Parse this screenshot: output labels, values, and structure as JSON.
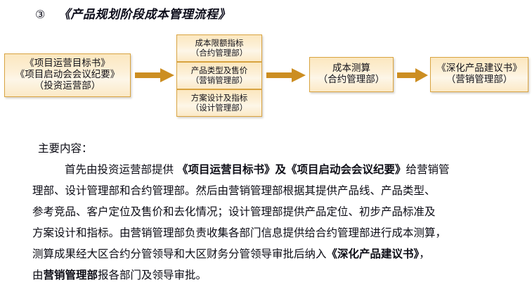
{
  "title": {
    "marker": "③",
    "text": "《产品规划阶段成本管理流程》"
  },
  "colors": {
    "box_border": "#d9a441",
    "box_fill_top": "#fbe7bf",
    "box_fill_bottom": "#fbe9c6",
    "arrow": "#cc8e22",
    "text": "#0b0b14"
  },
  "diagram": {
    "input_box": {
      "line1": "《项目运营目标书》",
      "line2": "《项目启动会会议纪要》",
      "line3": "（投资运营部）"
    },
    "stack_boxes": [
      {
        "line1": "成本限额指标",
        "line2": "（合约管理部）"
      },
      {
        "line1": "产品类型及售价",
        "line2": "（营销管理部）"
      },
      {
        "line1": "方案设计及指标",
        "line2": "（设计管理部）"
      }
    ],
    "calc_box": {
      "line1": "成本测算",
      "line2": "（合约管理部）"
    },
    "output_box": {
      "line1": "《深化产品建议书》",
      "line2": "（营销管理部）"
    },
    "arrows": [
      {
        "name": "arrow-input-to-stack"
      },
      {
        "name": "arrow-stack-to-calc"
      },
      {
        "name": "arrow-calc-to-output"
      }
    ]
  },
  "body": {
    "intro_label": "主要内容：",
    "line1_a": "首先由投资运营部提供 ",
    "line1_b": "《项目运营目标书》及《项目启动会会议纪要》",
    "line1_c": "给营销管",
    "line2": "理部、设计管理部和合约管理部。然后由营销管理部根据其提供产品线、产品类型、",
    "line3": "参考竞品、客户定位及售价和去化情况；设计管理部提供产品定位、初步产品标准及",
    "line4": "方案设计和指标。由营销管理部负责收集各部门信息提供给合约管理部进行成本测算，",
    "line5_a": "测算成果经大区合约分管领导和大区财务分管领导审批后纳入",
    "line5_b": "《深化产品建议书》",
    "line5_c": "，",
    "line6_a": "由",
    "line6_b": "营销管理部",
    "line6_c": "报各部门及领导审批。"
  }
}
